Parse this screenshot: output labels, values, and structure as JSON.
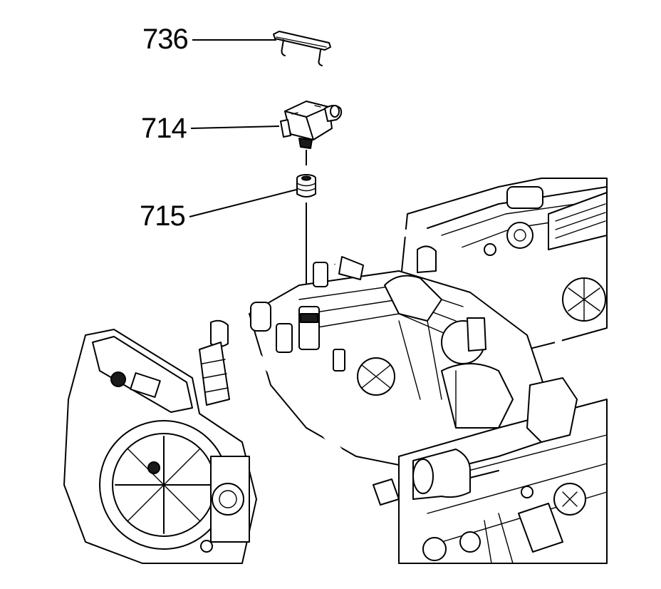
{
  "callouts": [
    {
      "id": "upper-clip",
      "label": "736"
    },
    {
      "id": "sensor",
      "label": "714"
    },
    {
      "id": "seal",
      "label": "715"
    }
  ],
  "colors": {
    "ink": "#000000",
    "paper": "#ffffff",
    "shade": "#d8d8d8",
    "dark": "#1a1a1a"
  }
}
